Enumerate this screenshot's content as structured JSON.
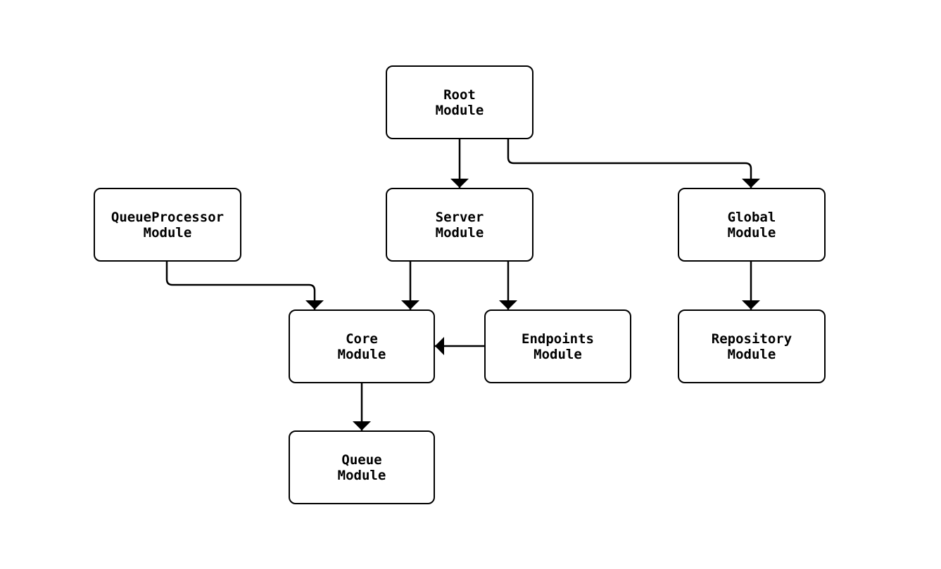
{
  "diagram": {
    "colors": {
      "background": "#ffffff",
      "stroke": "#000000",
      "text": "#000000"
    },
    "nodes": [
      {
        "id": "root",
        "label": "Root\nModule"
      },
      {
        "id": "queueprocessor",
        "label": "QueueProcessor\nModule"
      },
      {
        "id": "server",
        "label": "Server\nModule"
      },
      {
        "id": "global",
        "label": "Global\nModule"
      },
      {
        "id": "core",
        "label": "Core\nModule"
      },
      {
        "id": "endpoints",
        "label": "Endpoints\nModule"
      },
      {
        "id": "repository",
        "label": "Repository\nModule"
      },
      {
        "id": "queue",
        "label": "Queue\nModule"
      }
    ],
    "edges": [
      {
        "from": "root",
        "to": "server"
      },
      {
        "from": "root",
        "to": "global"
      },
      {
        "from": "queueprocessor",
        "to": "core"
      },
      {
        "from": "server",
        "to": "core"
      },
      {
        "from": "server",
        "to": "endpoints"
      },
      {
        "from": "endpoints",
        "to": "core"
      },
      {
        "from": "global",
        "to": "repository"
      },
      {
        "from": "core",
        "to": "queue"
      }
    ]
  }
}
